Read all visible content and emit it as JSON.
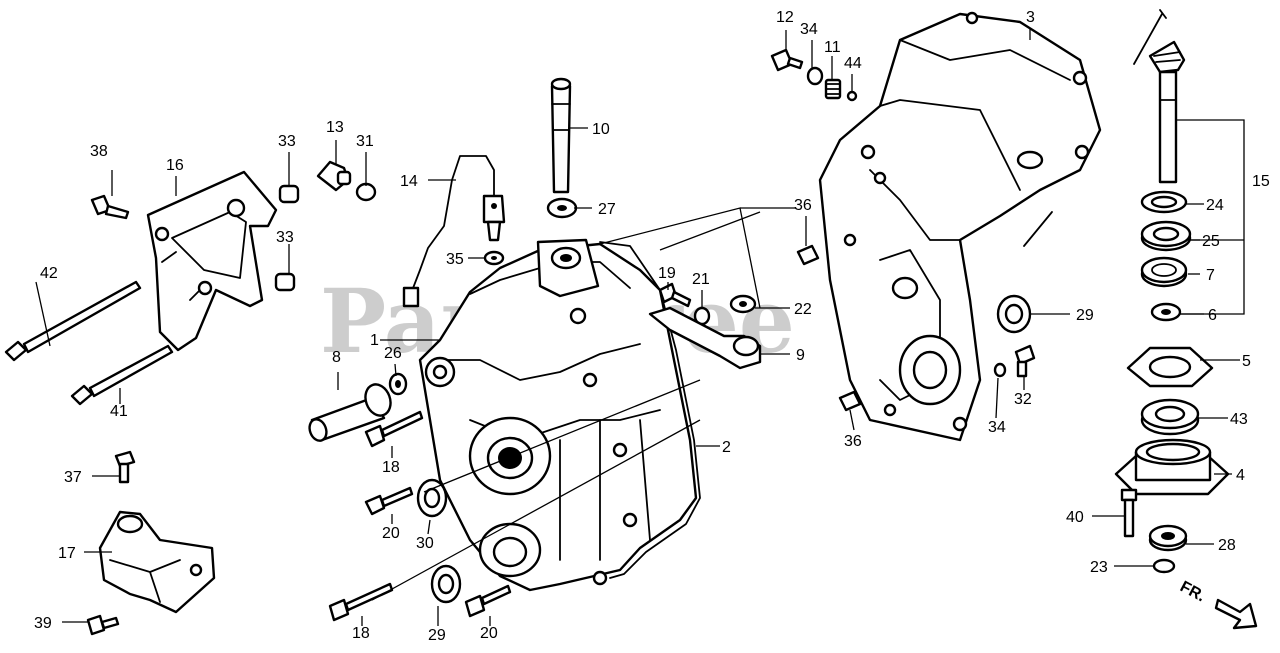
{
  "watermark": "PartsTree",
  "orientation_label": "FR.",
  "callouts": [
    {
      "id": "c1",
      "label": "1"
    },
    {
      "id": "c2",
      "label": "2"
    },
    {
      "id": "c3",
      "label": "3"
    },
    {
      "id": "c4",
      "label": "4"
    },
    {
      "id": "c5",
      "label": "5"
    },
    {
      "id": "c6",
      "label": "6"
    },
    {
      "id": "c7",
      "label": "7"
    },
    {
      "id": "c8",
      "label": "8"
    },
    {
      "id": "c9",
      "label": "9"
    },
    {
      "id": "c10",
      "label": "10"
    },
    {
      "id": "c11",
      "label": "11"
    },
    {
      "id": "c12",
      "label": "12"
    },
    {
      "id": "c13",
      "label": "13"
    },
    {
      "id": "c14",
      "label": "14"
    },
    {
      "id": "c15",
      "label": "15"
    },
    {
      "id": "c16",
      "label": "16"
    },
    {
      "id": "c17",
      "label": "17"
    },
    {
      "id": "c18a",
      "label": "18"
    },
    {
      "id": "c18b",
      "label": "18"
    },
    {
      "id": "c19",
      "label": "19"
    },
    {
      "id": "c20a",
      "label": "20"
    },
    {
      "id": "c20b",
      "label": "20"
    },
    {
      "id": "c21",
      "label": "21"
    },
    {
      "id": "c22",
      "label": "22"
    },
    {
      "id": "c23",
      "label": "23"
    },
    {
      "id": "c24",
      "label": "24"
    },
    {
      "id": "c25",
      "label": "25"
    },
    {
      "id": "c26",
      "label": "26"
    },
    {
      "id": "c27",
      "label": "27"
    },
    {
      "id": "c28",
      "label": "28"
    },
    {
      "id": "c29a",
      "label": "29"
    },
    {
      "id": "c29b",
      "label": "29"
    },
    {
      "id": "c30",
      "label": "30"
    },
    {
      "id": "c31",
      "label": "31"
    },
    {
      "id": "c32",
      "label": "32"
    },
    {
      "id": "c33a",
      "label": "33"
    },
    {
      "id": "c33b",
      "label": "33"
    },
    {
      "id": "c34a",
      "label": "34"
    },
    {
      "id": "c34b",
      "label": "34"
    },
    {
      "id": "c35",
      "label": "35"
    },
    {
      "id": "c36a",
      "label": "36"
    },
    {
      "id": "c36b",
      "label": "36"
    },
    {
      "id": "c37",
      "label": "37"
    },
    {
      "id": "c38",
      "label": "38"
    },
    {
      "id": "c39",
      "label": "39"
    },
    {
      "id": "c40",
      "label": "40"
    },
    {
      "id": "c41",
      "label": "41"
    },
    {
      "id": "c42",
      "label": "42"
    },
    {
      "id": "c43",
      "label": "43"
    },
    {
      "id": "c44",
      "label": "44"
    }
  ]
}
